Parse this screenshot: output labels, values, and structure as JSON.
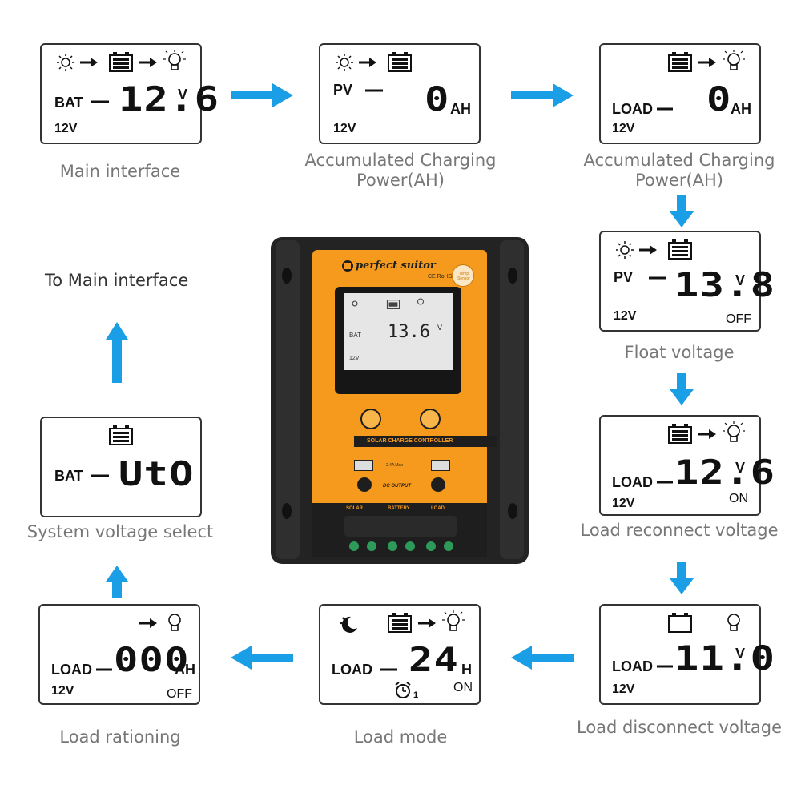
{
  "panels": [
    {
      "id": "main",
      "label_left": "BAT",
      "value": "12.6",
      "unit": "V",
      "sys": "12V",
      "status": "",
      "caption": "Main interface"
    },
    {
      "id": "pv-ah",
      "label_left": "PV",
      "value": "0",
      "unit": "AH",
      "sys": "12V",
      "status": "",
      "caption": "Accumulated Charging Power(AH)"
    },
    {
      "id": "load-ah",
      "label_left": "LOAD",
      "value": "0",
      "unit": "AH",
      "sys": "12V",
      "status": "",
      "caption": "Accumulated Charging Power(AH)"
    },
    {
      "id": "float",
      "label_left": "PV",
      "value": "13.8",
      "unit": "V",
      "sys": "12V",
      "status": "OFF",
      "caption": "Float voltage"
    },
    {
      "id": "reconnect",
      "label_left": "LOAD",
      "value": "12.6",
      "unit": "V",
      "sys": "12V",
      "status": "ON",
      "caption": "Load reconnect voltage"
    },
    {
      "id": "disconnect",
      "label_left": "LOAD",
      "value": "11.0",
      "unit": "V",
      "sys": "12V",
      "status": "",
      "caption": "Load disconnect voltage"
    },
    {
      "id": "mode",
      "label_left": "LOAD",
      "value": "24",
      "unit": "H",
      "sys": "",
      "status": "ON",
      "caption": "Load mode",
      "timer_index": "1"
    },
    {
      "id": "rationing",
      "label_left": "LOAD",
      "value": "000",
      "unit": "AH",
      "sys": "12V",
      "status": "OFF",
      "caption": "Load rationing"
    },
    {
      "id": "sysvolt",
      "label_left": "BAT",
      "value": "UtO",
      "unit": "",
      "sys": "",
      "status": "",
      "caption": "System voltage select"
    }
  ],
  "to_main": "To Main interface",
  "device": {
    "brand": "perfect suitor",
    "cert": "CE RoHS",
    "temp_sensor": "Temp Sensor",
    "lcd_label": "BAT",
    "lcd_value": "13.6",
    "lcd_unit": "V",
    "lcd_sys": "12V",
    "title_strip": "SOLAR CHARGE CONTROLLER",
    "usb_rating": "2.4A Max",
    "dc_output": "DC OUTPUT",
    "terminals": [
      "SOLAR",
      "BATTERY",
      "LOAD"
    ]
  },
  "colors": {
    "arrow": "#1a9ee6",
    "device_orange": "#f59a1c",
    "device_body": "#2a2a2a",
    "lcd_bg": "#e6e6e6"
  }
}
